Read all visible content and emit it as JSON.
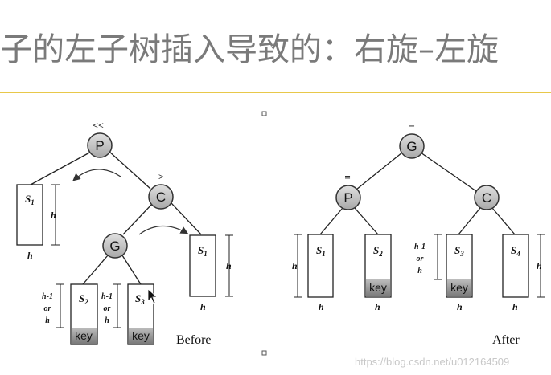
{
  "slide": {
    "title": "子的左子树插入导致的：右旋–左旋"
  },
  "diagram": {
    "before": {
      "node_p": "P",
      "node_c": "C",
      "node_g": "G",
      "balance_p": "<<",
      "balance_c": ">",
      "s1": "S",
      "s1_sub": "1",
      "s2": "S",
      "s2_sub": "2",
      "s3": "S",
      "s3_sub": "3",
      "s4": "S",
      "s4_sub": "1",
      "h": "h",
      "h_minus_1": "h-1",
      "or": "or",
      "key": "key",
      "caption": "Before"
    },
    "after": {
      "node_g": "G",
      "node_p": "P",
      "node_c": "C",
      "balance_g": "=",
      "balance_p": "=",
      "s1": "S",
      "s1_sub": "1",
      "s2": "S",
      "s2_sub": "2",
      "s3": "S",
      "s3_sub": "3",
      "s4": "S",
      "s4_sub": "4",
      "h": "h",
      "h_minus_1": "h-1",
      "or": "or",
      "key": "key",
      "caption": "After"
    },
    "watermark": "https://blog.csdn.net/u012164509"
  }
}
